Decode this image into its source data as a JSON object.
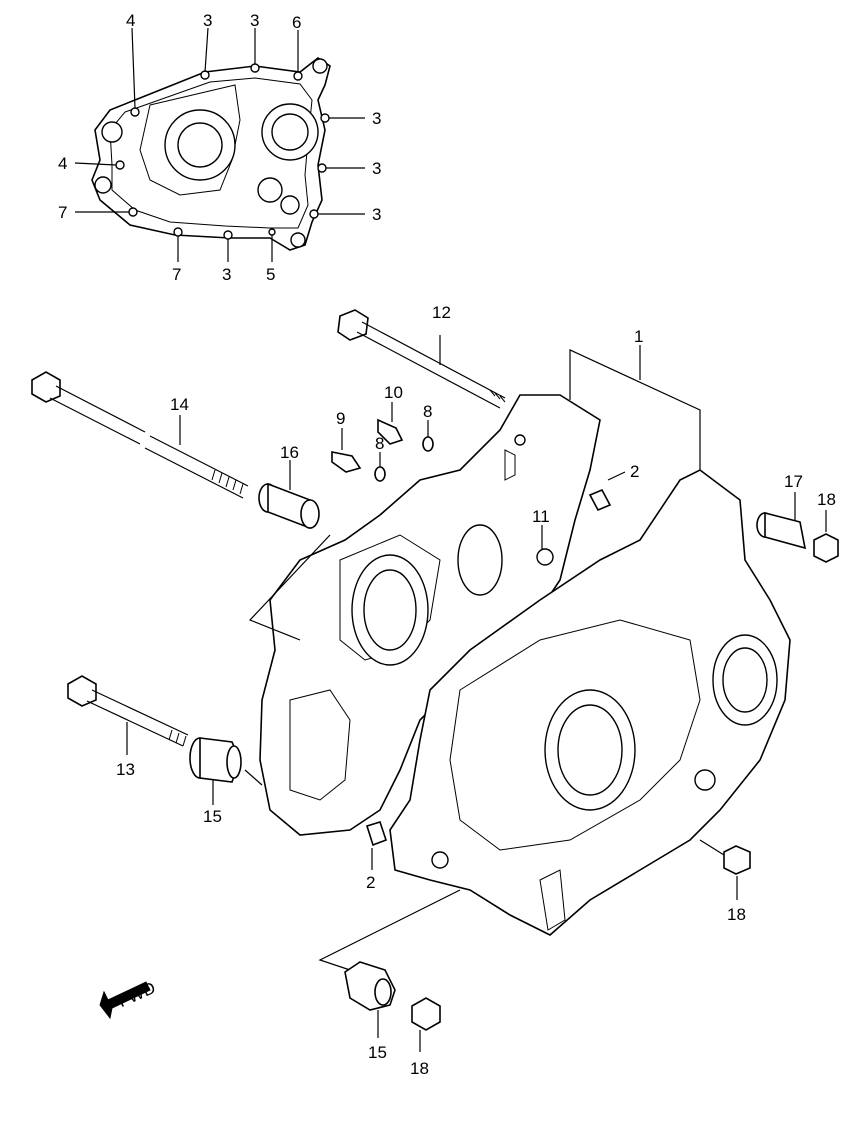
{
  "callouts": {
    "gasket_top_4a": "4",
    "gasket_top_3a": "3",
    "gasket_top_3b": "3",
    "gasket_top_6": "6",
    "gasket_right_3a": "3",
    "gasket_right_3b": "3",
    "gasket_right_3c": "3",
    "gasket_left_4b": "4",
    "gasket_left_7a": "7",
    "gasket_bottom_7b": "7",
    "gasket_bottom_3": "3",
    "gasket_bottom_5": "5",
    "bolt_12": "12",
    "crankcase_1": "1",
    "bolt_14": "14",
    "fitting_10": "10",
    "washer_8a": "8",
    "fitting_9": "9",
    "washer_8b": "8",
    "bushing_16": "16",
    "dowel_2a": "2",
    "washer_11": "11",
    "bolt_17": "17",
    "nut_18a": "18",
    "bolt_13": "13",
    "bushing_15a": "15",
    "dowel_2b": "2",
    "nut_18b": "18",
    "bushing_15b": "15",
    "nut_18c": "18"
  },
  "direction_marker": "FWD",
  "colors": {
    "line": "#000000",
    "background": "#ffffff"
  }
}
